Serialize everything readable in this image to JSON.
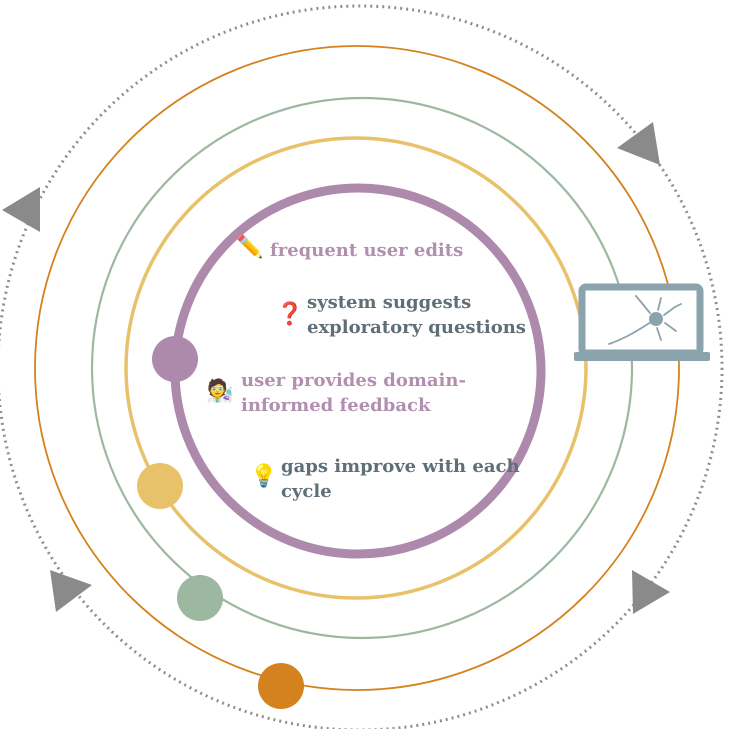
{
  "labels": {
    "edits": "frequent user edits",
    "questions_line1": "system suggests",
    "questions_line2": "exploratory questions",
    "feedback_line1": "user provides domain-",
    "feedback_line2": "informed feedback",
    "gaps_line1": "gaps improve with each",
    "gaps_line2": "cycle"
  },
  "icons": {
    "edits": "pencil-icon",
    "questions": "question-mark-icon",
    "feedback": "scientist-icon",
    "gaps": "lightbulb-icon",
    "system": "laptop-neuron-icon"
  },
  "colors": {
    "outer_dotted": "#8f8f8f",
    "orange_ring": "#d4821e",
    "green_ring": "#9db8a0",
    "yellow_ring": "#e8c26a",
    "purple_ring": "#ad8aab",
    "laptop": "#8aa3ad",
    "arrow": "#8a8a8a",
    "purple_text": "#b28fb0",
    "slate_text": "#5f6f78"
  }
}
